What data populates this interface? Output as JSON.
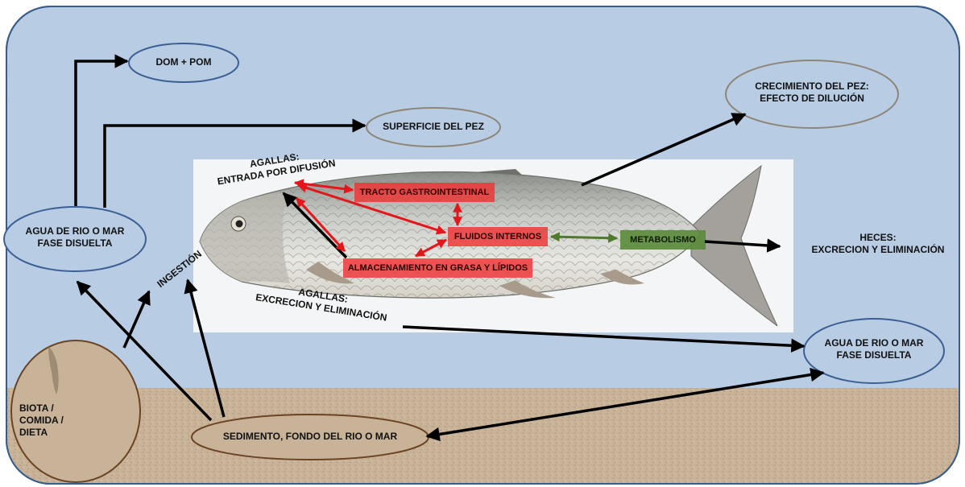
{
  "nodes": {
    "dom_pom": "DOM + POM",
    "superficie": "SUPERFICIE DEL PEZ",
    "crecimiento_line1": "CRECIMIENTO DEL PEZ:",
    "crecimiento_line2": "EFECTO DE DILUCIÓN",
    "agua_left_line1": "AGUA DE RIO O MAR",
    "agua_left_line2": "FASE DISUELTA",
    "agua_right_line1": "AGUA DE RIO O MAR",
    "agua_right_line2": "FASE DISUELTA",
    "heces_line1": "HECES:",
    "heces_line2": "EXCRECION Y ELIMINACIÓN",
    "biota_line1": "BIOTA /",
    "biota_line2": "COMIDA /",
    "biota_line3": "DIETA",
    "sedimento": "SEDIMENTO, FONDO DEL RIO O MAR"
  },
  "labels": {
    "agallas_entrada_line1": "AGALLAS:",
    "agallas_entrada_line2": "ENTRADA POR DIFUSIÓN",
    "agallas_excrecion_line1": "AGALLAS:",
    "agallas_excrecion_line2": "EXCRECION Y ELIMINACIÓN",
    "ingestion": "INGESTIÓN"
  },
  "compartments": {
    "tracto": "TRACTO GASTROINTESTINAL",
    "fluidos": "FLUIDOS INTERNOS",
    "almacenamiento": "ALMACENAMIENTO EN GRASA Y LÍPIDOS",
    "metabolismo": "METABOLISMO"
  },
  "colors": {
    "water": "#b8cce4",
    "water_border": "#385d8a",
    "sediment": "#c9b49a",
    "ellipse_blue": "#3c5f93",
    "ellipse_gray": "#8e8678",
    "ellipse_brown": "#6b4423",
    "compartment_red": "#ee3333",
    "compartment_green": "#5a8a3a",
    "arrow_black": "#000000",
    "arrow_red": "#e3161b",
    "arrow_green": "#4e7a2c"
  }
}
